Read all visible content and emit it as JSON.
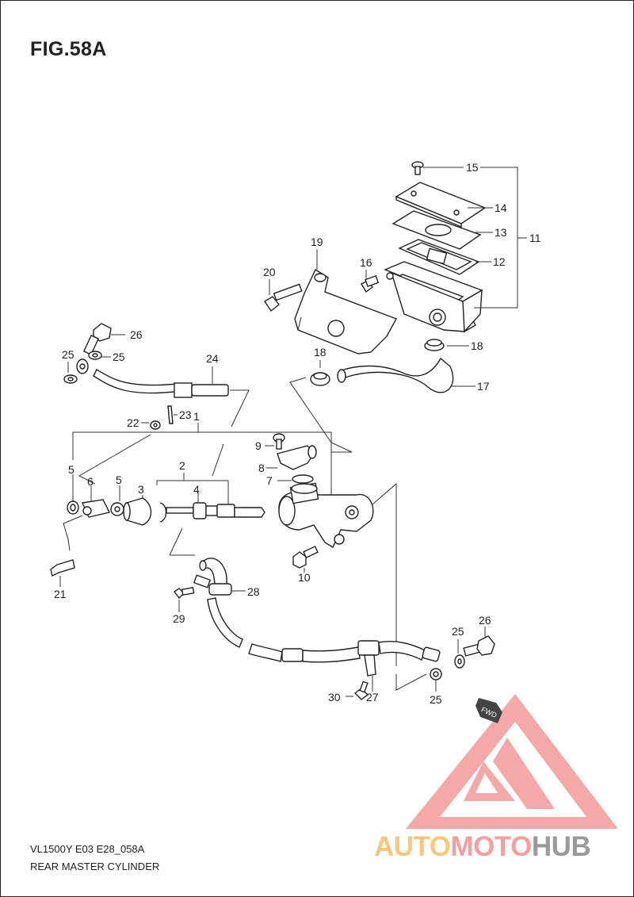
{
  "header": {
    "title": "FIG.58A"
  },
  "footer": {
    "code": "VL1500Y E03 E28_058A",
    "subtitle": "REAR MASTER CYLINDER"
  },
  "callouts": {
    "c1": "1",
    "c2": "2",
    "c3": "3",
    "c4": "4",
    "c5a": "5",
    "c5b": "5",
    "c6": "6",
    "c7": "7",
    "c8": "8",
    "c9": "9",
    "c10": "10",
    "c11": "11",
    "c12": "12",
    "c13": "13",
    "c14": "14",
    "c15": "15",
    "c16": "16",
    "c17": "17",
    "c18a": "18",
    "c18b": "18",
    "c19": "19",
    "c20": "20",
    "c21": "21",
    "c22": "22",
    "c23": "23",
    "c24": "24",
    "c25a": "25",
    "c25b": "25",
    "c25c": "25",
    "c25d": "25",
    "c26a": "26",
    "c26b": "26",
    "c27": "27",
    "c28": "28",
    "c29": "29",
    "c30": "30"
  },
  "fwd_label": "FWD",
  "watermark": {
    "part1": "AUTO",
    "part2": "MOTO",
    "part3": "HUB"
  },
  "colors": {
    "line": "#222222",
    "watermark_red": "#f28c8c",
    "watermark_orange": "#f7c77e",
    "watermark_gray": "#9a9a9a"
  }
}
